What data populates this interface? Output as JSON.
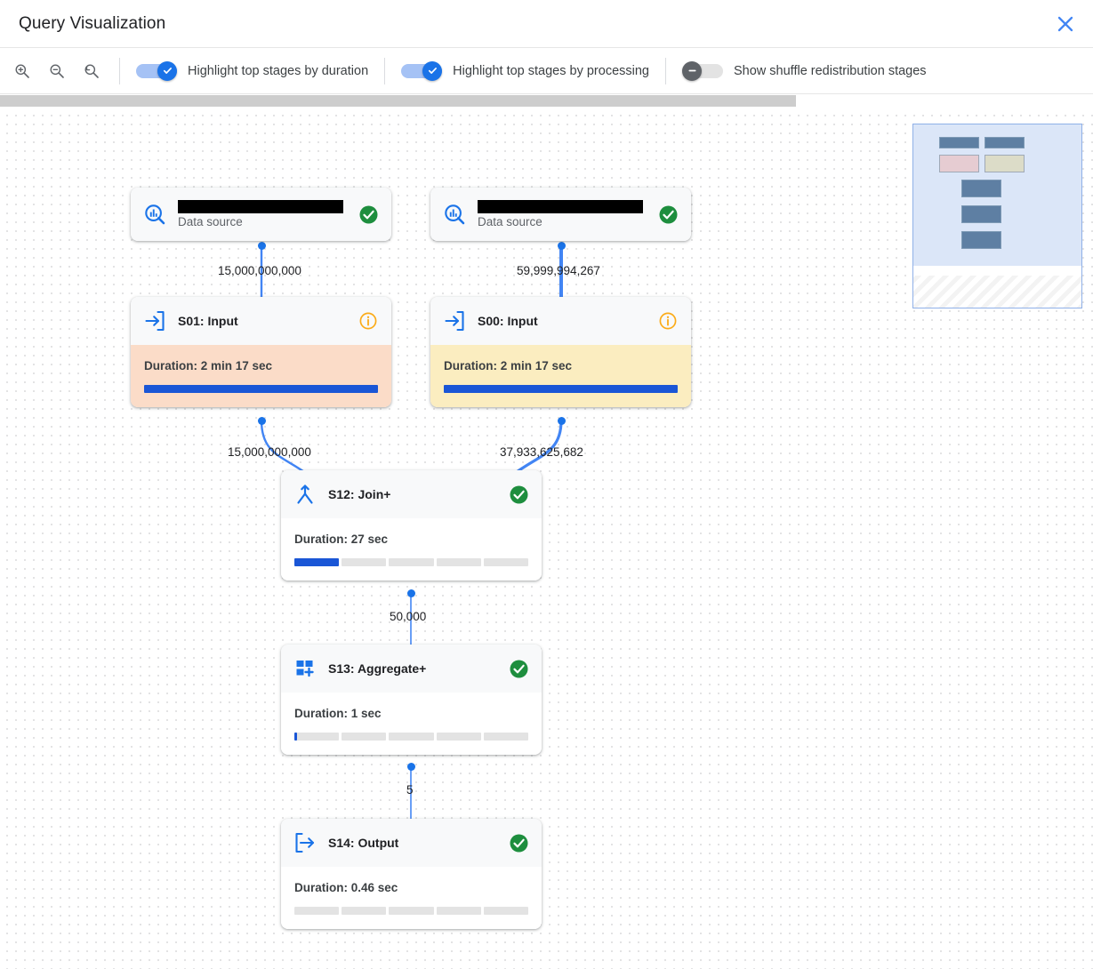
{
  "header": {
    "title": "Query Visualization",
    "close_icon": "close-icon"
  },
  "toolbar": {
    "zoom_in_icon": "zoom-in-icon",
    "zoom_out_icon": "zoom-out-icon",
    "zoom_reset_icon": "zoom-reset-icon",
    "toggles": [
      {
        "label": "Highlight top stages by duration",
        "state": "on"
      },
      {
        "label": "Highlight top stages by processing",
        "state": "on"
      },
      {
        "label": "Show shuffle redistribution stages",
        "state": "off"
      }
    ]
  },
  "graph": {
    "nodes": [
      {
        "id": "ds-left",
        "kind": "datasource",
        "title": "",
        "title_redacted": true,
        "subtitle": "Data source",
        "status": "success",
        "icon": "data-source-icon"
      },
      {
        "id": "ds-right",
        "kind": "datasource",
        "title": "",
        "title_redacted": true,
        "subtitle": "Data source",
        "status": "success",
        "icon": "data-source-icon"
      },
      {
        "id": "S01",
        "kind": "stage",
        "title": "S01: Input",
        "status": "info",
        "icon": "input-icon",
        "duration_label": "Duration: 2 min 17 sec",
        "progress_pct": 100,
        "highlight": "orange"
      },
      {
        "id": "S00",
        "kind": "stage",
        "title": "S00: Input",
        "status": "info",
        "icon": "input-icon",
        "duration_label": "Duration: 2 min 17 sec",
        "progress_pct": 100,
        "highlight": "yellow"
      },
      {
        "id": "S12",
        "kind": "stage",
        "title": "S12: Join+",
        "status": "success",
        "icon": "join-icon",
        "duration_label": "Duration: 27 sec",
        "progress_pct": 19,
        "highlight": "none"
      },
      {
        "id": "S13",
        "kind": "stage",
        "title": "S13: Aggregate+",
        "status": "success",
        "icon": "aggregate-icon",
        "duration_label": "Duration: 1 sec",
        "progress_pct": 1,
        "highlight": "none"
      },
      {
        "id": "S14",
        "kind": "stage",
        "title": "S14: Output",
        "status": "success",
        "icon": "output-icon",
        "duration_label": "Duration: 0.46 sec",
        "progress_pct": 0,
        "highlight": "none"
      }
    ],
    "edges": [
      {
        "from": "ds-left",
        "to": "S01",
        "label": "15,000,000,000"
      },
      {
        "from": "ds-right",
        "to": "S00",
        "label": "59,999,994,267"
      },
      {
        "from": "S01",
        "to": "S12",
        "label": "15,000,000,000"
      },
      {
        "from": "S00",
        "to": "S12",
        "label": "37,933,625,682"
      },
      {
        "from": "S12",
        "to": "S13",
        "label": "50,000"
      },
      {
        "from": "S13",
        "to": "S14",
        "label": "5"
      }
    ]
  },
  "colors": {
    "accent_blue": "#1a73e8",
    "bar_blue": "#1a56d6",
    "success_green": "#1e8e3e",
    "info_orange": "#fbab18",
    "highlight_orange": "#fbdcc8",
    "highlight_yellow": "#fbedc0"
  },
  "minimap": {
    "name": "minimap-overview"
  }
}
